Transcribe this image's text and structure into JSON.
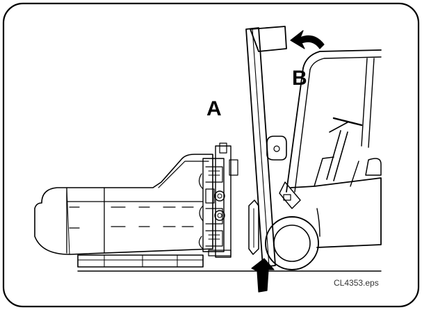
{
  "labels": {
    "a": "A",
    "b": "B",
    "filename": "CL4353.eps"
  },
  "icons": {
    "rotate_arrow": "curved-arrow-icon",
    "push_arrow": "up-arrow-icon"
  }
}
